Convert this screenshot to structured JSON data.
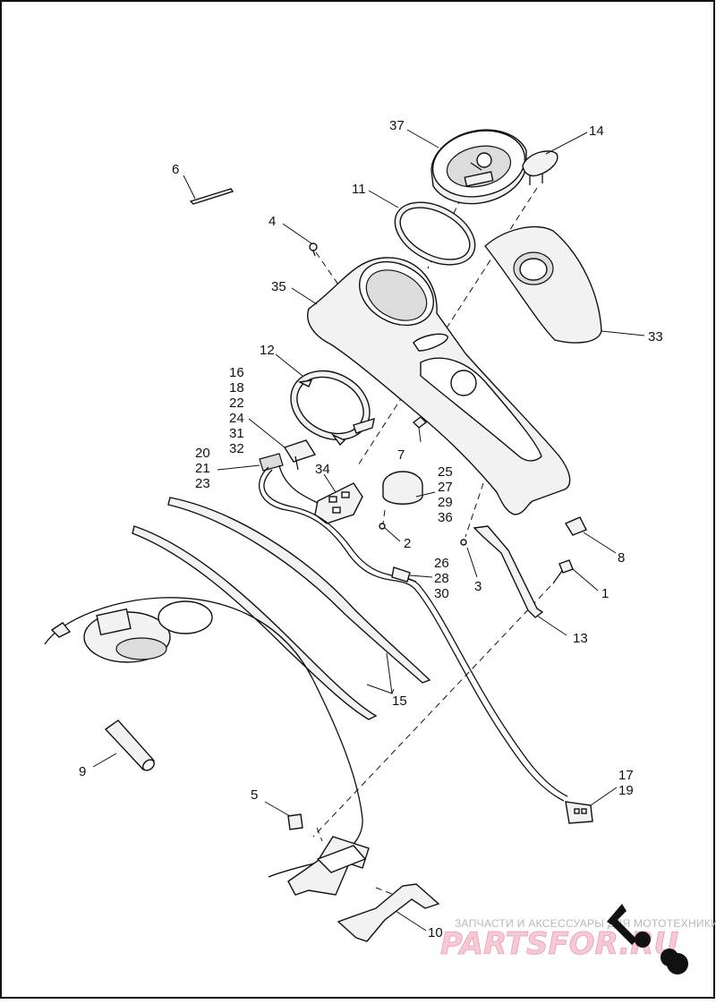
{
  "callouts": {
    "c37": "37",
    "c14": "14",
    "c6": "6",
    "c11": "11",
    "c4": "4",
    "c35": "35",
    "c33": "33",
    "c12": "12",
    "c16": "16",
    "c18": "18",
    "c22": "22",
    "c24": "24",
    "c31": "31",
    "c32": "32",
    "c20": "20",
    "c21": "21",
    "c23": "23",
    "c7": "7",
    "c34": "34",
    "c25": "25",
    "c27": "27",
    "c29": "29",
    "c36": "36",
    "c2": "2",
    "c8": "8",
    "c3": "3",
    "c26": "26",
    "c28": "28",
    "c30": "30",
    "c1": "1",
    "c13": "13",
    "c15": "15",
    "c9": "9",
    "c17": "17",
    "c19": "19",
    "c5": "5",
    "c10": "10"
  },
  "watermark": {
    "caption": "ЗАПЧАСТИ И АКСЕССУАРЫ ДЛЯ МОТОТЕХНИКИ",
    "logo": "PARTSFOR.RU"
  }
}
